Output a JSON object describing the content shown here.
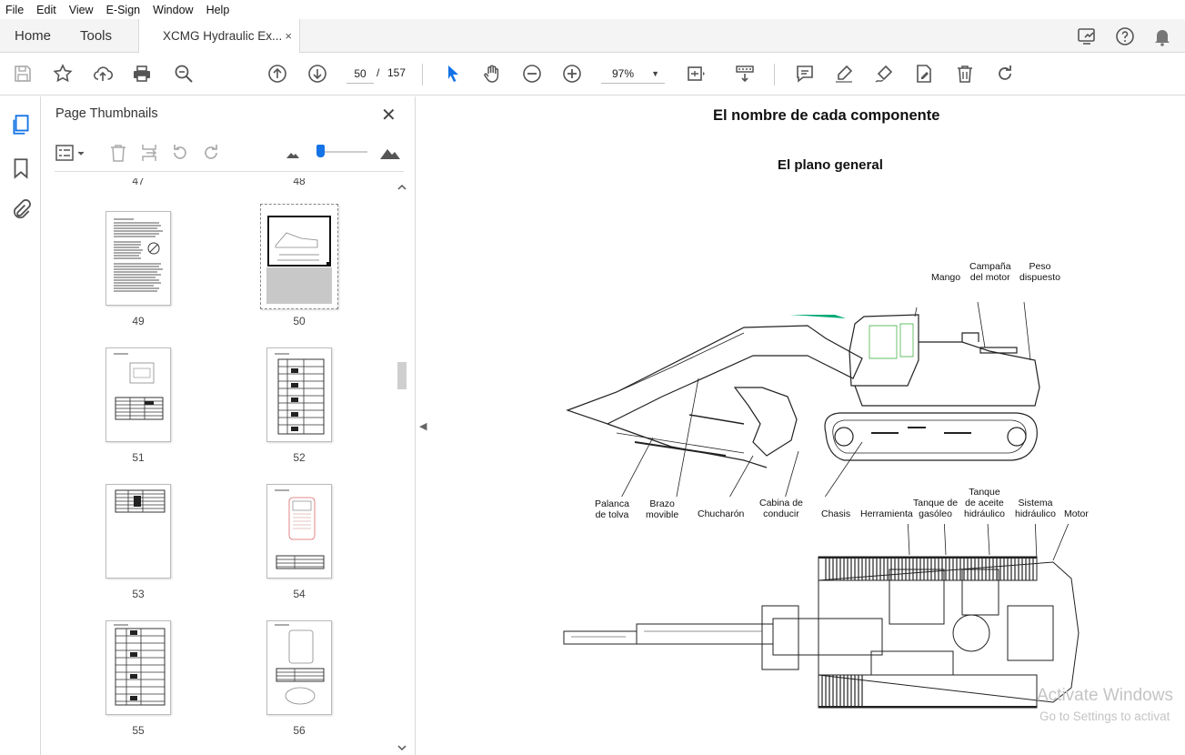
{
  "menu": [
    "File",
    "Edit",
    "View",
    "E-Sign",
    "Window",
    "Help"
  ],
  "tabs": {
    "home": "Home",
    "tools": "Tools",
    "document": "XCMG Hydraulic Ex...",
    "close": "×"
  },
  "toolbar": {
    "page_current": "50",
    "page_sep": "/",
    "page_total": "157",
    "zoom": "97%"
  },
  "panel": {
    "title": "Page Thumbnails",
    "close": "✕",
    "partial_pages": [
      "47",
      "48"
    ],
    "pages": [
      "49",
      "50",
      "51",
      "52",
      "53",
      "54",
      "55",
      "56"
    ],
    "selected_page": "50"
  },
  "document": {
    "title": "El nombre de cada componente",
    "subtitle": "El plano general",
    "labels_top": [
      "Mango",
      "Campaña\ndel motor",
      "Peso\ndispuesto"
    ],
    "labels_bottom": [
      "Palanca\nde tolva",
      "Brazo\nmovible",
      "Chucharón",
      "Cabina de\nconducir",
      "Chasis",
      "Herramienta",
      "Tanque de\ngasóleo",
      "Tanque\nde aceite\nhidráulico",
      "Sistema\nhidráulico",
      "Motor"
    ]
  },
  "watermark": {
    "line1": "Activate Windows",
    "line2": "Go to Settings to activat"
  }
}
